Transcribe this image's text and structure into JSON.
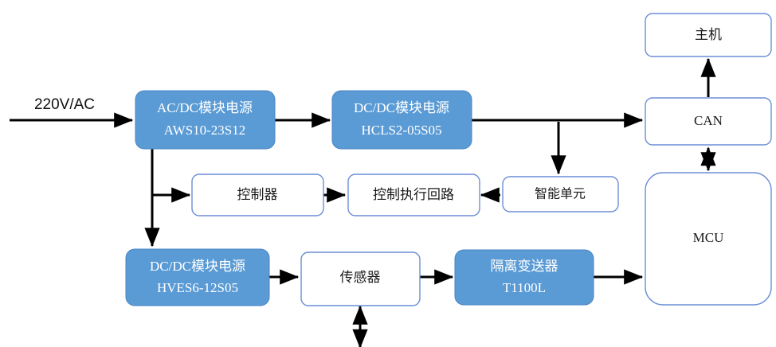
{
  "diagram": {
    "type": "block-diagram",
    "title_text": "",
    "colors": {
      "power_block_fill": "#5b9bd5",
      "power_block_text": "#ffffff",
      "plain_block_fill": "#ffffff",
      "plain_block_border": "#6b8ed6",
      "plain_block_text": "#1a1a1a",
      "connector": "#000000",
      "background": "#ffffff"
    },
    "input_label": "220V/AC",
    "nodes": [
      {
        "id": "acdc",
        "line1": "AC/DC模块电源",
        "line2": "AWS10-23S12",
        "style": "filled"
      },
      {
        "id": "dcdc_top",
        "line1": "DC/DC模块电源",
        "line2": "HCLS2-05S05",
        "style": "filled"
      },
      {
        "id": "host",
        "line1": "主机",
        "line2": "",
        "style": "plain"
      },
      {
        "id": "can",
        "line1": "CAN",
        "line2": "",
        "style": "plain"
      },
      {
        "id": "mcu",
        "line1": "MCU",
        "line2": "",
        "style": "plain"
      },
      {
        "id": "controller",
        "line1": "控制器",
        "line2": "",
        "style": "plain"
      },
      {
        "id": "exec",
        "line1": "控制执行回路",
        "line2": "",
        "style": "plain"
      },
      {
        "id": "smart",
        "line1": "智能单元",
        "line2": "",
        "style": "plain"
      },
      {
        "id": "dcdc_bot",
        "line1": "DC/DC模块电源",
        "line2": "HVES6-12S05",
        "style": "filled"
      },
      {
        "id": "sensor",
        "line1": "传感器",
        "line2": "",
        "style": "plain"
      },
      {
        "id": "isolator",
        "line1": "隔离变送器",
        "line2": "T1100L",
        "style": "filled"
      }
    ],
    "edges": [
      {
        "from": "input",
        "to": "acdc",
        "arrow": "single"
      },
      {
        "from": "acdc",
        "to": "dcdc_top",
        "arrow": "single"
      },
      {
        "from": "dcdc_top",
        "to": "can",
        "arrow": "single"
      },
      {
        "from": "can",
        "to": "host",
        "arrow": "single"
      },
      {
        "from": "can",
        "to": "mcu",
        "arrow": "double"
      },
      {
        "from": "acdc",
        "to": "controller",
        "arrow": "single"
      },
      {
        "from": "acdc",
        "to": "dcdc_bot",
        "arrow": "single"
      },
      {
        "from": "controller",
        "to": "exec",
        "arrow": "single"
      },
      {
        "from": "smart",
        "to": "exec",
        "arrow": "single"
      },
      {
        "from": "top_bus",
        "to": "smart",
        "arrow": "single"
      },
      {
        "from": "dcdc_bot",
        "to": "sensor",
        "arrow": "single"
      },
      {
        "from": "sensor",
        "to": "isolator",
        "arrow": "single"
      },
      {
        "from": "isolator",
        "to": "mcu",
        "arrow": "single"
      },
      {
        "from": "sensor",
        "to": "field",
        "arrow": "double"
      }
    ]
  }
}
